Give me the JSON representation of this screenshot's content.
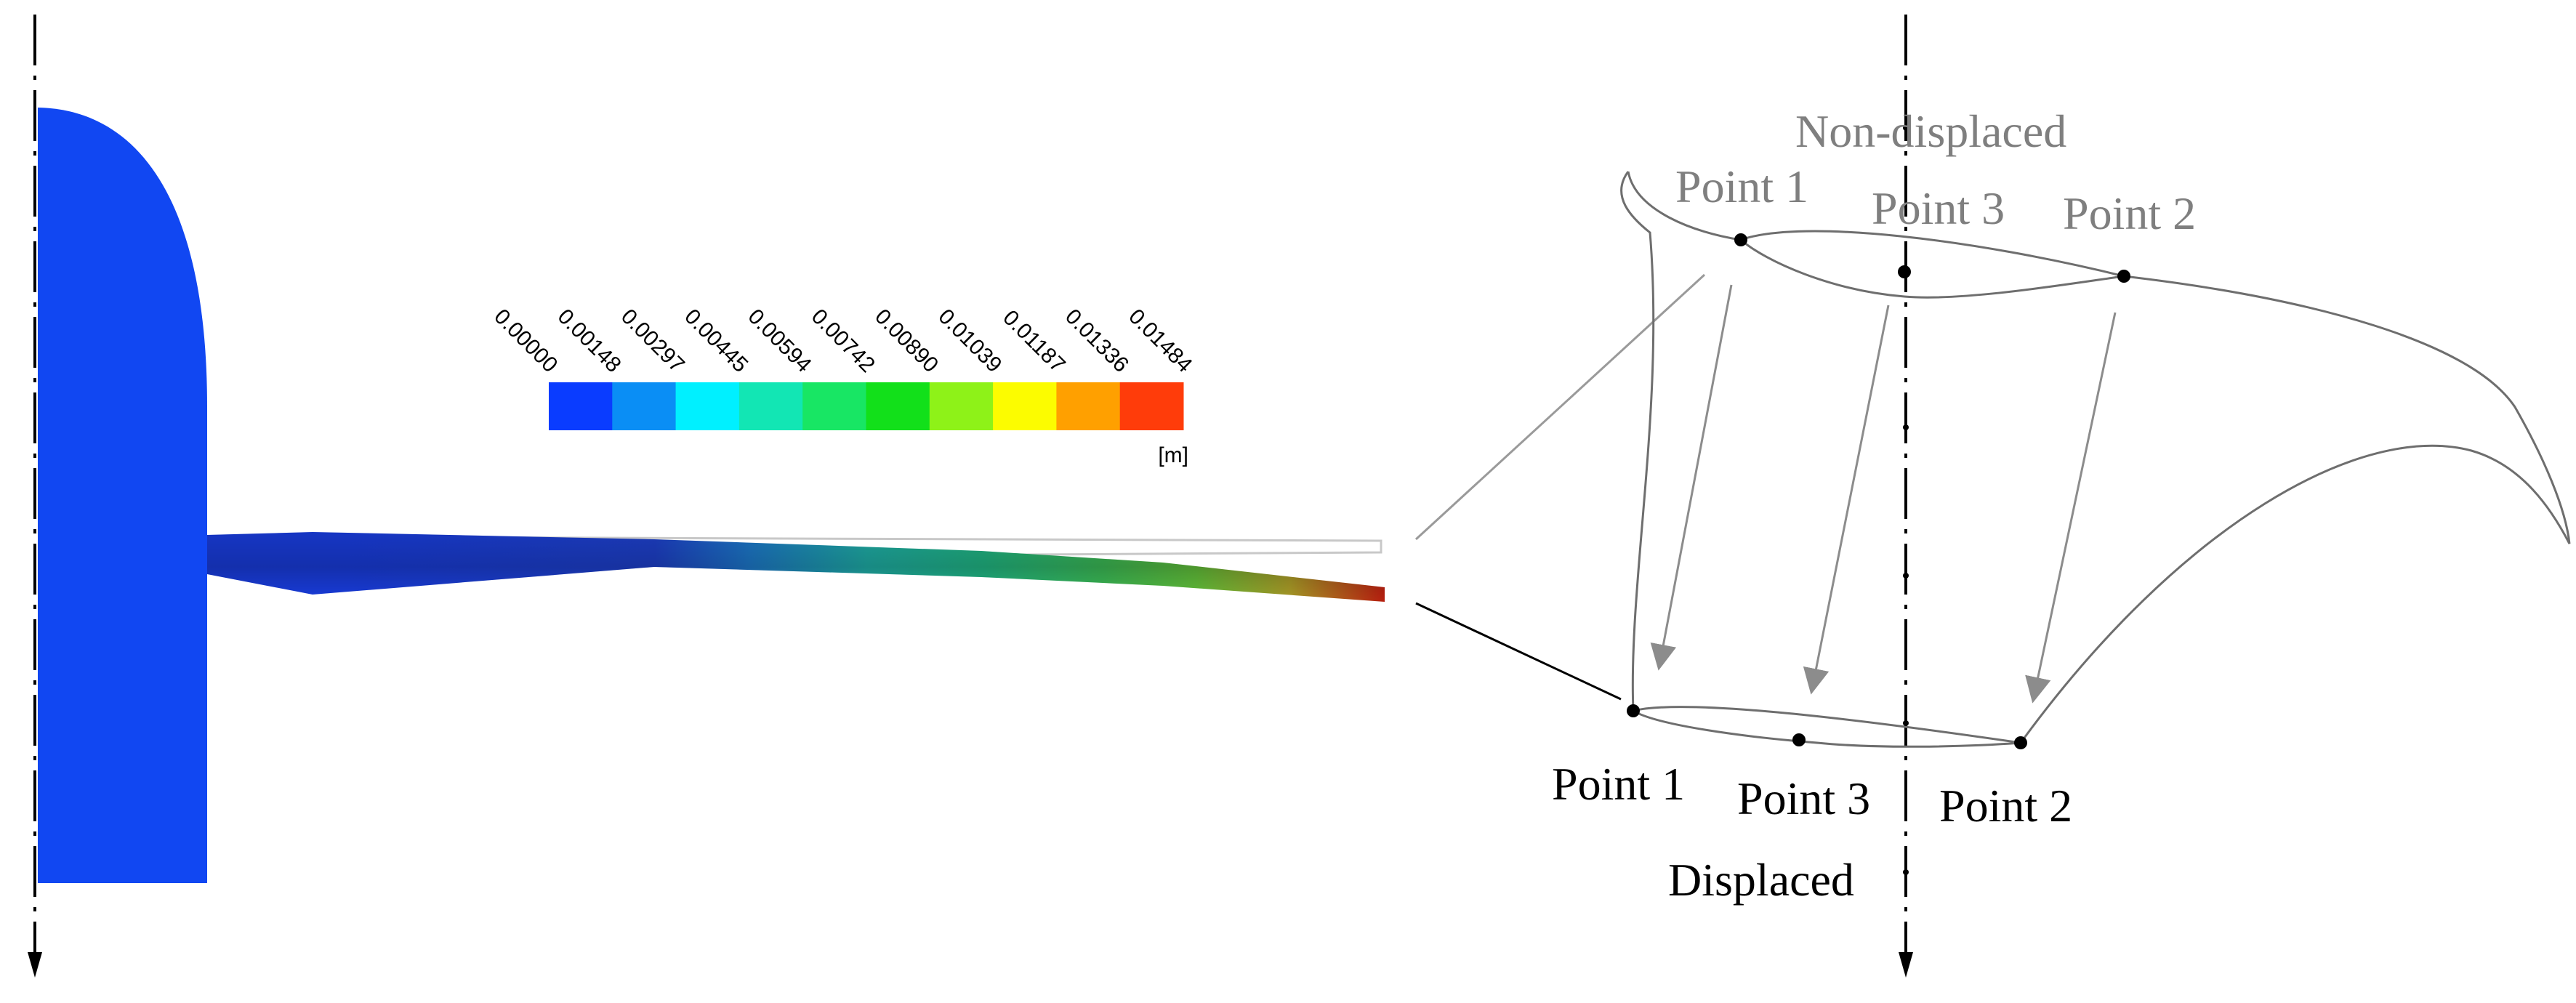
{
  "legend": {
    "ticks": [
      "0.00000",
      "0.00148",
      "0.00297",
      "0.00445",
      "0.00594",
      "0.00742",
      "0.00890",
      "0.01039",
      "0.01187",
      "0.01336",
      "0.01484"
    ],
    "colors": [
      "#0a3cff",
      "#0a8ef5",
      "#00f0ff",
      "#12e6b4",
      "#18e664",
      "#12e01a",
      "#8ef218",
      "#fcfc00",
      "#ffa000",
      "#ff3c0a"
    ],
    "unit": "[m]"
  },
  "labels": {
    "non_displaced": "Non-displaced",
    "displaced": "Displaced",
    "top_point_1": "Point 1",
    "top_point_3": "Point 3",
    "top_point_2": "Point 2",
    "bottom_point_1": "Point 1",
    "bottom_point_3": "Point 3",
    "bottom_point_2": "Point 2"
  },
  "colors": {
    "hub": "#1147f2",
    "outline": "#6e6e6e",
    "gray_text": "#7f7f7f",
    "arrow_gray": "#8c8c8c"
  }
}
